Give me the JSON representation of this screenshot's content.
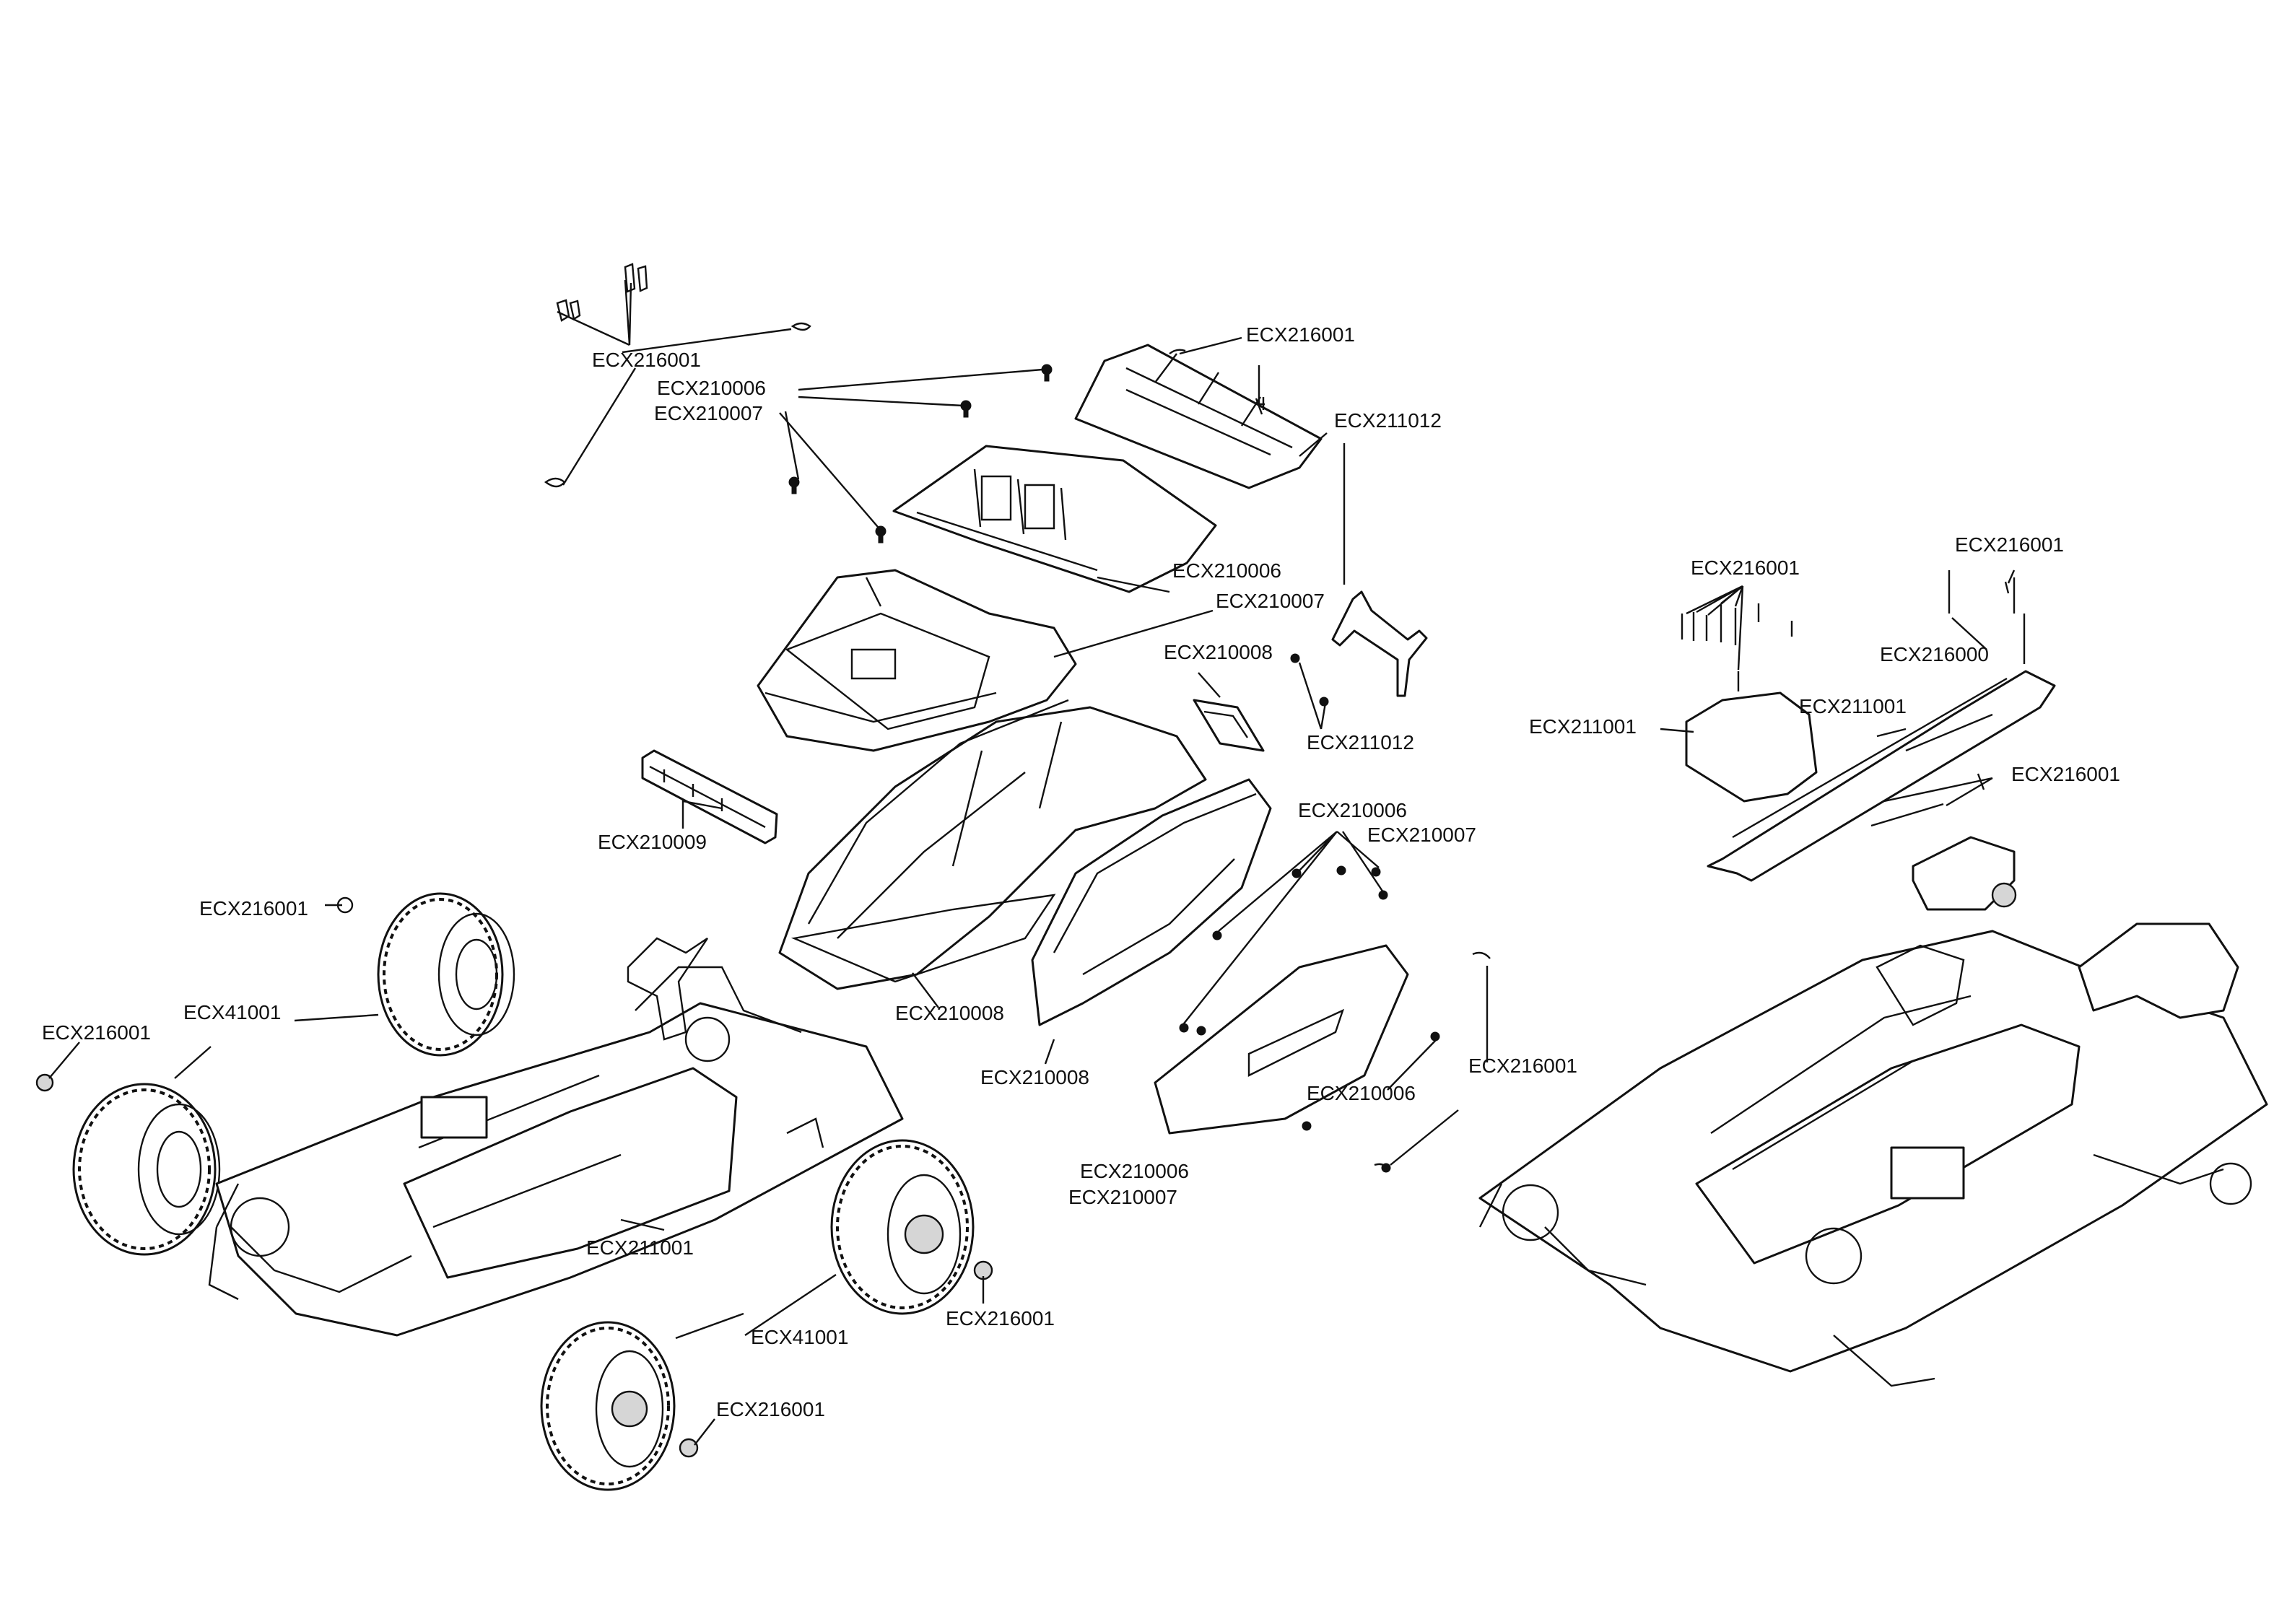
{
  "callouts": {
    "clip_top_left": "ECX216001",
    "body_screws_a1": "ECX210006",
    "body_screws_a2": "ECX210007",
    "wing_clip": "ECX216001",
    "wing_mount": "ECX211012",
    "body_a": "ECX210006",
    "body_b": "ECX210007",
    "side_plate": "ECX210008",
    "mount_screws": "ECX211012",
    "rear_bumper": "ECX210009",
    "front_cage": "ECX210008",
    "rear_cage": "ECX210008",
    "panel_screws_a": "ECX210006",
    "panel_screws_b": "ECX210007",
    "panel_clip": "ECX216001",
    "panel_screws_c": "ECX210006",
    "panel_bottom_a": "ECX210006",
    "panel_bottom_b": "ECX210007",
    "wheel_nut_top": "ECX216001",
    "wheel_left_upper": "ECX41001",
    "wheel_nut_left": "ECX216001",
    "chassis_main": "ECX211001",
    "wheel_front": "ECX41001",
    "wheel_nut_front": "ECX216001",
    "wheel_nut_front2": "ECX216001",
    "servo_screws": "ECX216001",
    "servo_top_screws": "ECX216001",
    "servo_pins": "ECX216000",
    "servo_cover": "ECX211001",
    "chassis_brace": "ECX211001",
    "servo_link": "ECX216001"
  }
}
